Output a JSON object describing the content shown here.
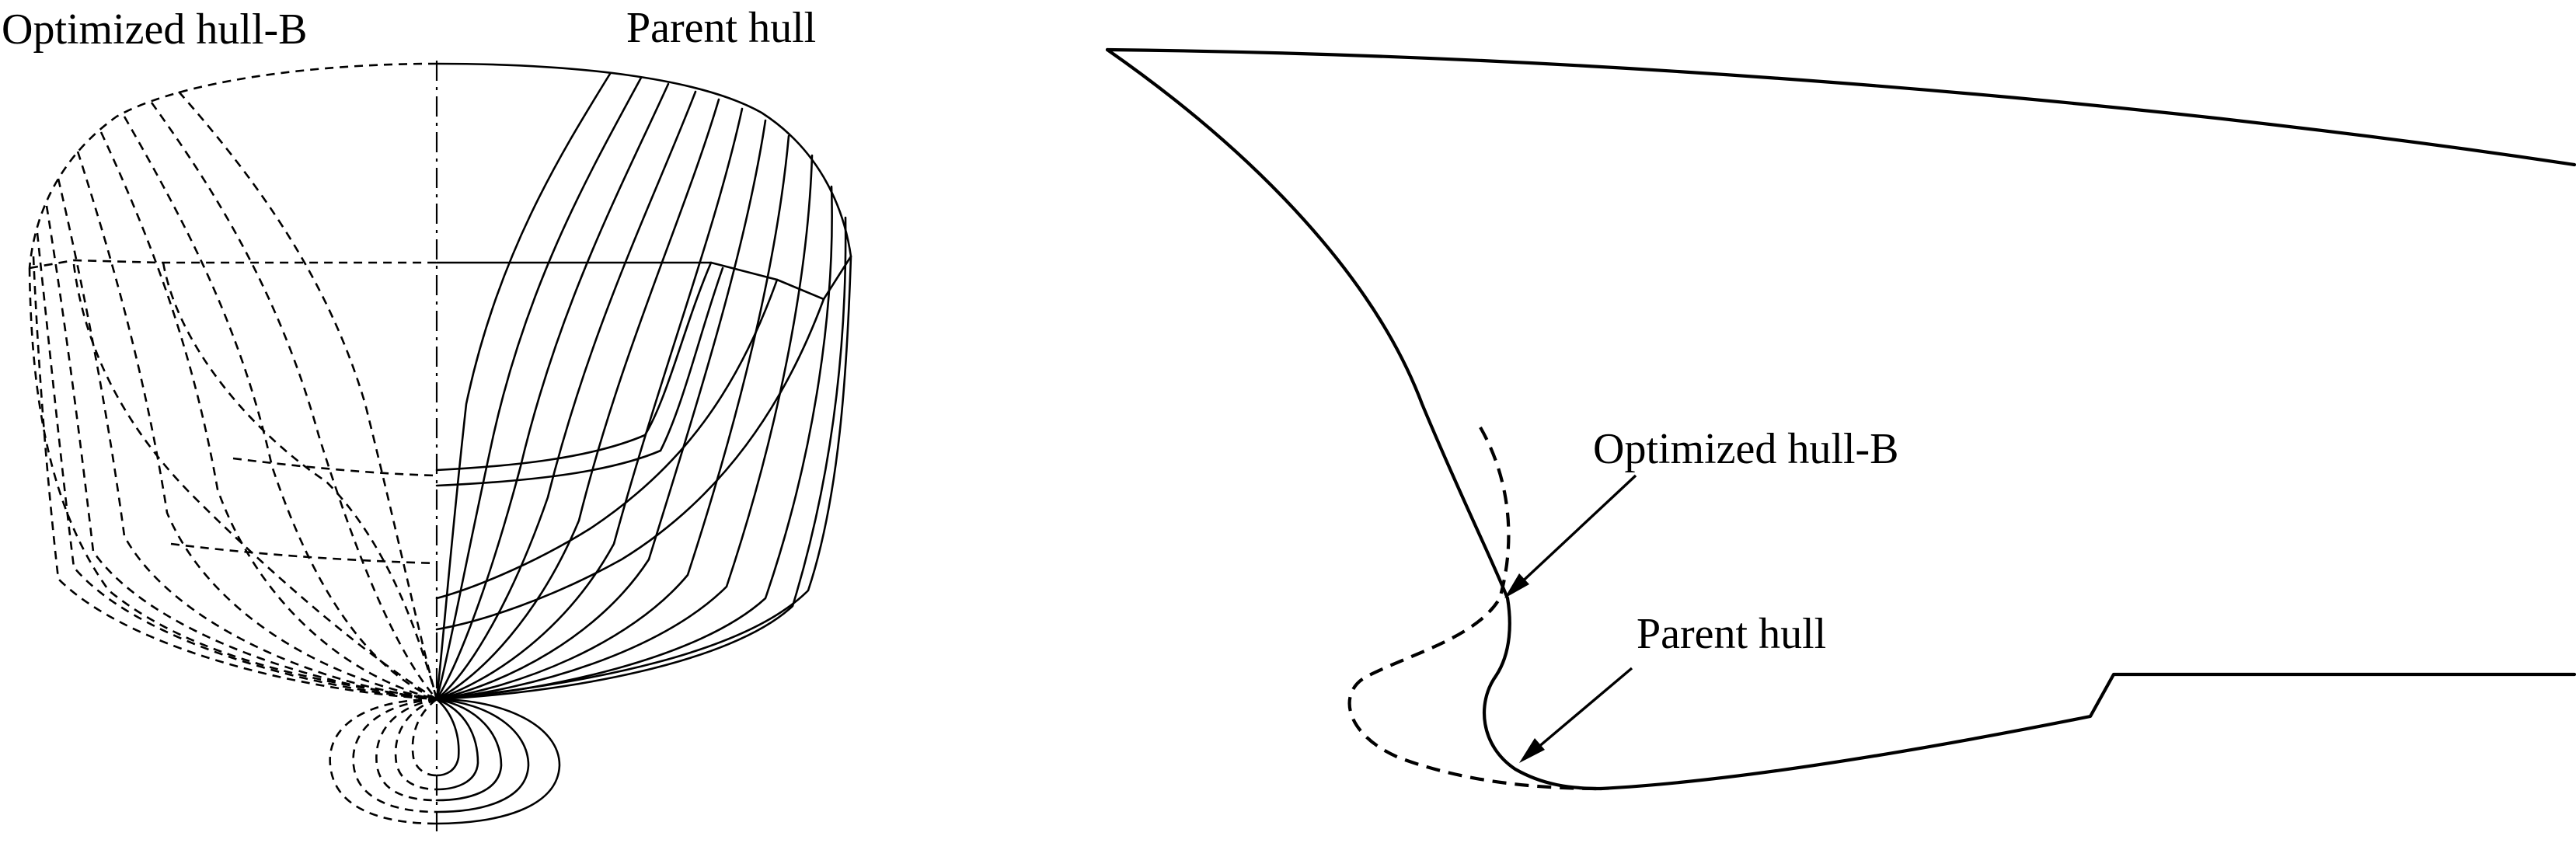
{
  "body_plan": {
    "label_left": "Optimized hull-B",
    "label_right": "Parent hull"
  },
  "bow_profile": {
    "label_upper": "Optimized hull-B",
    "label_lower": "Parent hull"
  },
  "legend": {
    "parent_hull_style": "solid",
    "optimized_hull_style": "dashed",
    "line_color": "#000000"
  }
}
